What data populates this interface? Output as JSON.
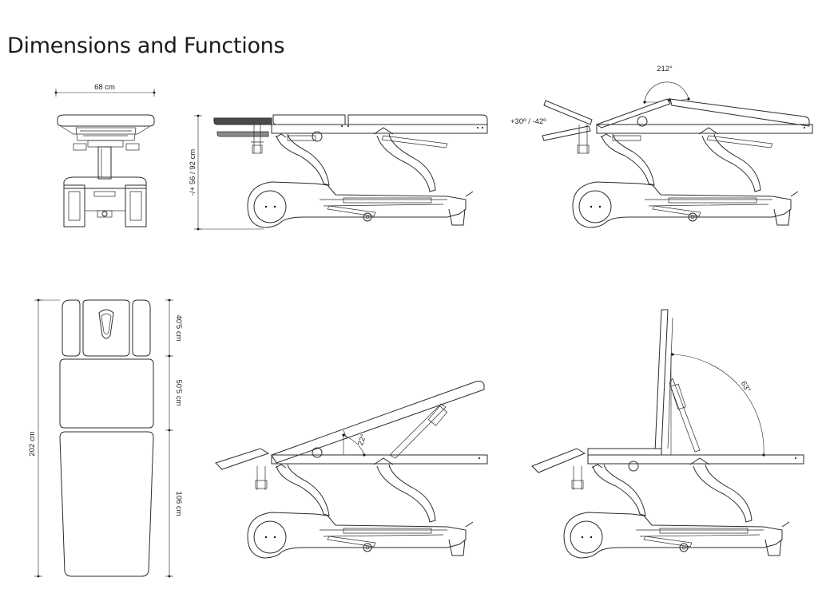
{
  "title": "Dimensions and Functions",
  "labels": {
    "width": "68 cm",
    "height_range": "-/+ 56 / 92 cm",
    "angle_main": "212°",
    "angle_head": "+30º / -42º",
    "total_length": "202 cm",
    "head_length": "40'5 cm",
    "back_length": "50'5 cm",
    "leg_length": "106 cm",
    "angle_incline": "22°",
    "angle_back": "63°"
  }
}
